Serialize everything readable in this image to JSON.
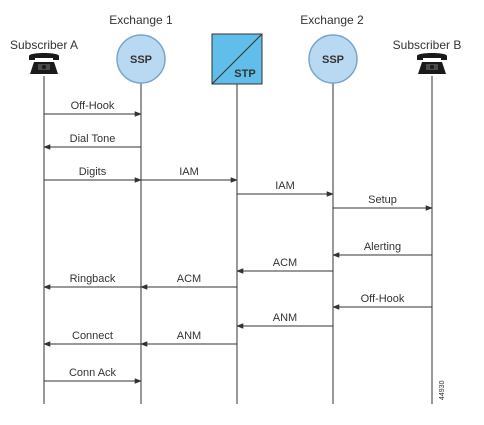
{
  "headers": {
    "exchange1": "Exchange 1",
    "exchange2": "Exchange 2",
    "subscriber_a": "Subscriber A",
    "subscriber_b": "Subscriber B"
  },
  "nodes": {
    "ssp1": "SSP",
    "stp": "STP",
    "ssp2": "SSP"
  },
  "colors": {
    "ssp_fill": "#b9d8f2",
    "ssp_stroke": "#7aa4c8",
    "stp_fill": "#61bdea",
    "stp_stroke": "#333333",
    "line": "#333333"
  },
  "messages": [
    {
      "label": "Off-Hook",
      "from": "subscriber_a",
      "to": "ssp1"
    },
    {
      "label": "Dial Tone",
      "from": "ssp1",
      "to": "subscriber_a"
    },
    {
      "label": "Digits",
      "from": "subscriber_a",
      "to": "ssp1"
    },
    {
      "label": "IAM",
      "from": "ssp1",
      "to": "stp"
    },
    {
      "label": "IAM",
      "from": "stp",
      "to": "ssp2"
    },
    {
      "label": "Setup",
      "from": "ssp2",
      "to": "subscriber_b"
    },
    {
      "label": "Alerting",
      "from": "subscriber_b",
      "to": "ssp2"
    },
    {
      "label": "ACM",
      "from": "ssp2",
      "to": "stp"
    },
    {
      "label": "ACM",
      "from": "stp",
      "to": "ssp1"
    },
    {
      "label": "Ringback",
      "from": "ssp1",
      "to": "subscriber_a"
    },
    {
      "label": "Off-Hook",
      "from": "subscriber_b",
      "to": "ssp2"
    },
    {
      "label": "ANM",
      "from": "ssp2",
      "to": "stp"
    },
    {
      "label": "ANM",
      "from": "stp",
      "to": "ssp1"
    },
    {
      "label": "Connect",
      "from": "ssp1",
      "to": "subscriber_a"
    },
    {
      "label": "Conn Ack",
      "from": "subscriber_a",
      "to": "ssp1"
    }
  ],
  "figure_id": "44930"
}
